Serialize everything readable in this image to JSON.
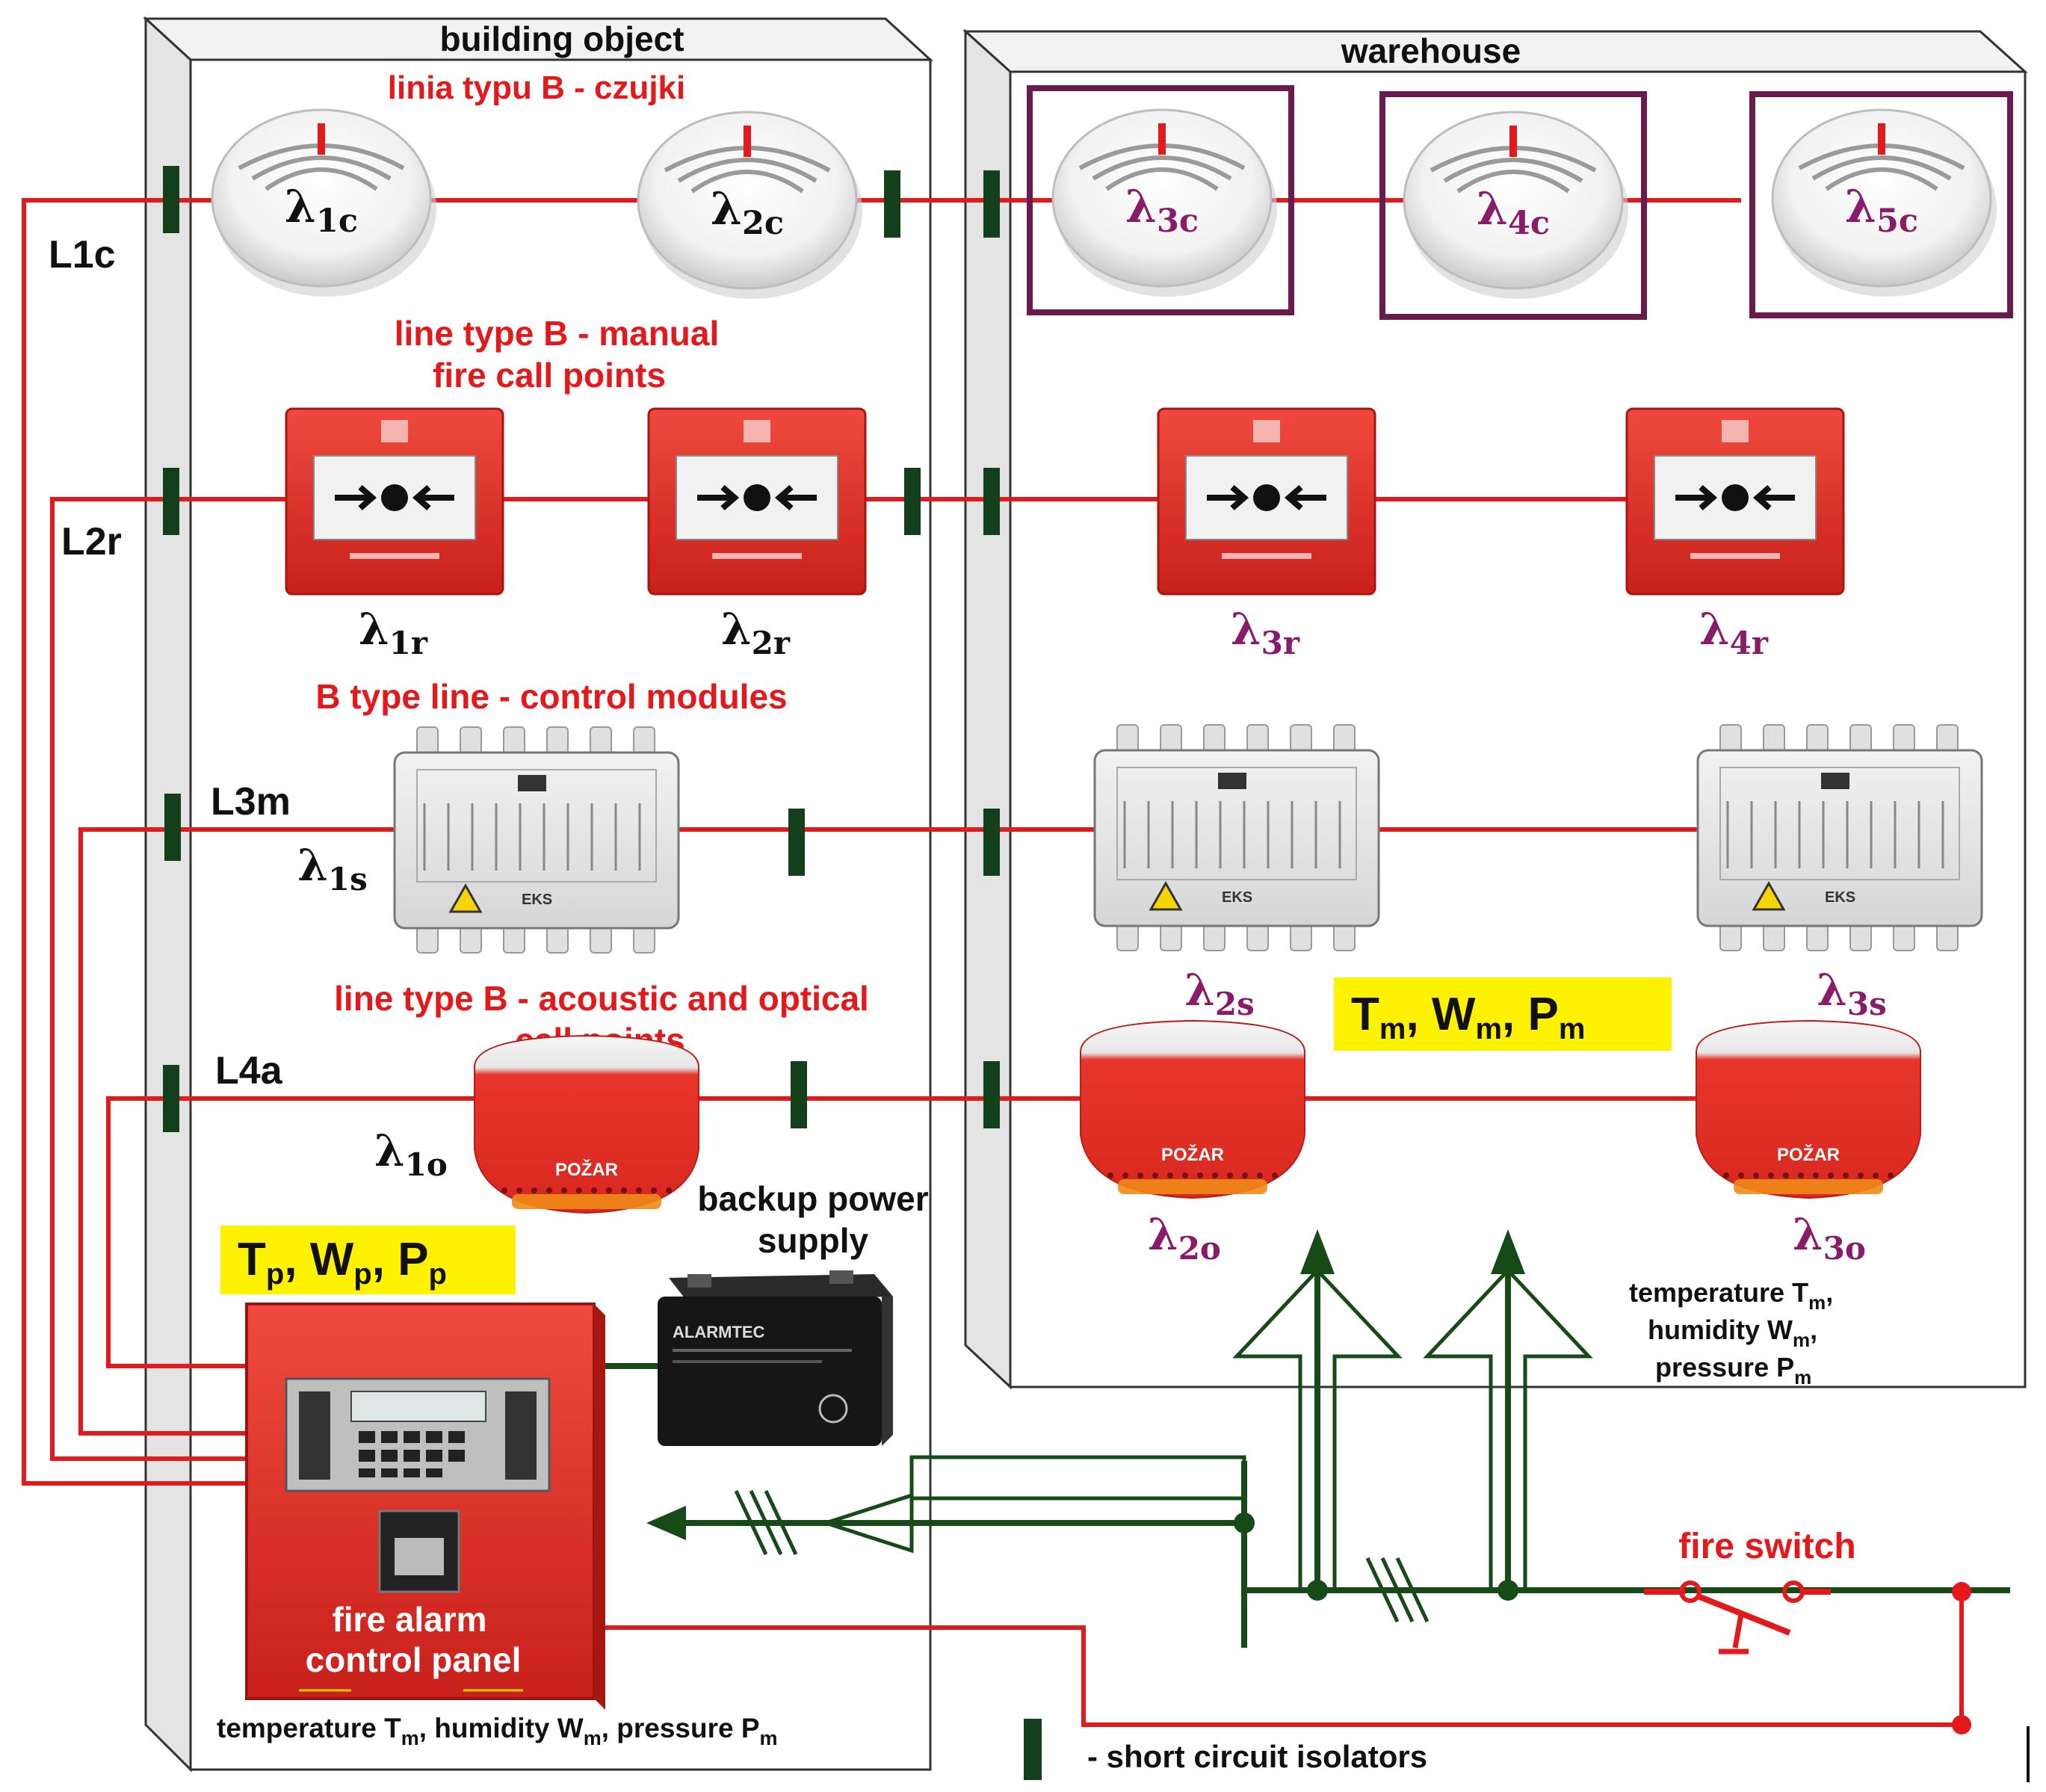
{
  "diagram": {
    "building_title": "building object",
    "warehouse_title": "warehouse",
    "line_labels": {
      "l1": "L1c",
      "l2": "L2r",
      "l3": "L3m",
      "l4": "L4a"
    },
    "section_captions": {
      "detectors": "linia typu B - czujki",
      "manual_line1": "line type B - manual",
      "manual_line2": "fire call points",
      "modules": "B type line - control modules",
      "acoustic_line1": "line type B - acoustic and optical",
      "acoustic_line2": "call points"
    },
    "detectors": [
      {
        "sym": "λ",
        "sub": "1c"
      },
      {
        "sym": "λ",
        "sub": "2c"
      },
      {
        "sym": "λ",
        "sub": "3c"
      },
      {
        "sym": "λ",
        "sub": "4c"
      },
      {
        "sym": "λ",
        "sub": "5c"
      }
    ],
    "manual_points": [
      {
        "sym": "λ",
        "sub": "1r"
      },
      {
        "sym": "λ",
        "sub": "2r"
      },
      {
        "sym": "λ",
        "sub": "3r"
      },
      {
        "sym": "λ",
        "sub": "4r"
      }
    ],
    "modules": [
      {
        "sym": "λ",
        "sub": "1s"
      },
      {
        "sym": "λ",
        "sub": "2s"
      },
      {
        "sym": "λ",
        "sub": "3s"
      }
    ],
    "sounders": [
      {
        "sym": "λ",
        "sub": "1o"
      },
      {
        "sym": "λ",
        "sub": "2o"
      },
      {
        "sym": "λ",
        "sub": "3o"
      }
    ],
    "sounder_text": "POŽAR",
    "module_text": "EKS",
    "warehouse_params": {
      "t": "T",
      "ts": "m",
      "w": "W",
      "ws": "m",
      "p": "P",
      "ps": "m"
    },
    "panel_params": {
      "t": "T",
      "ts": "p",
      "w": "W",
      "ws": "p",
      "p": "P",
      "ps": "p"
    },
    "backup_line1": "backup power",
    "backup_line2": "supply",
    "battery_brand": "ALARMTEC",
    "panel_line1": "fire alarm",
    "panel_line2": "control panel",
    "warehouse_env": {
      "l1": "temperature T",
      "l1s": "m",
      "l2": "humidity W",
      "l2s": "m",
      "l3": "pressure P",
      "l3s": "m"
    },
    "building_env": {
      "a": "temperature T",
      "as": "m",
      "b": ", humidity W",
      "bs": "m",
      "c": ", pressure P",
      "cs": "m"
    },
    "fire_switch": "fire switch",
    "legend": "- short circuit isolators",
    "colors": {
      "wire": "#e3191c",
      "isolator": "#13401a",
      "power": "#164a17",
      "device_red": "#e02a24",
      "purple_box": "#6a1b4d",
      "highlight": "#fff200"
    }
  }
}
